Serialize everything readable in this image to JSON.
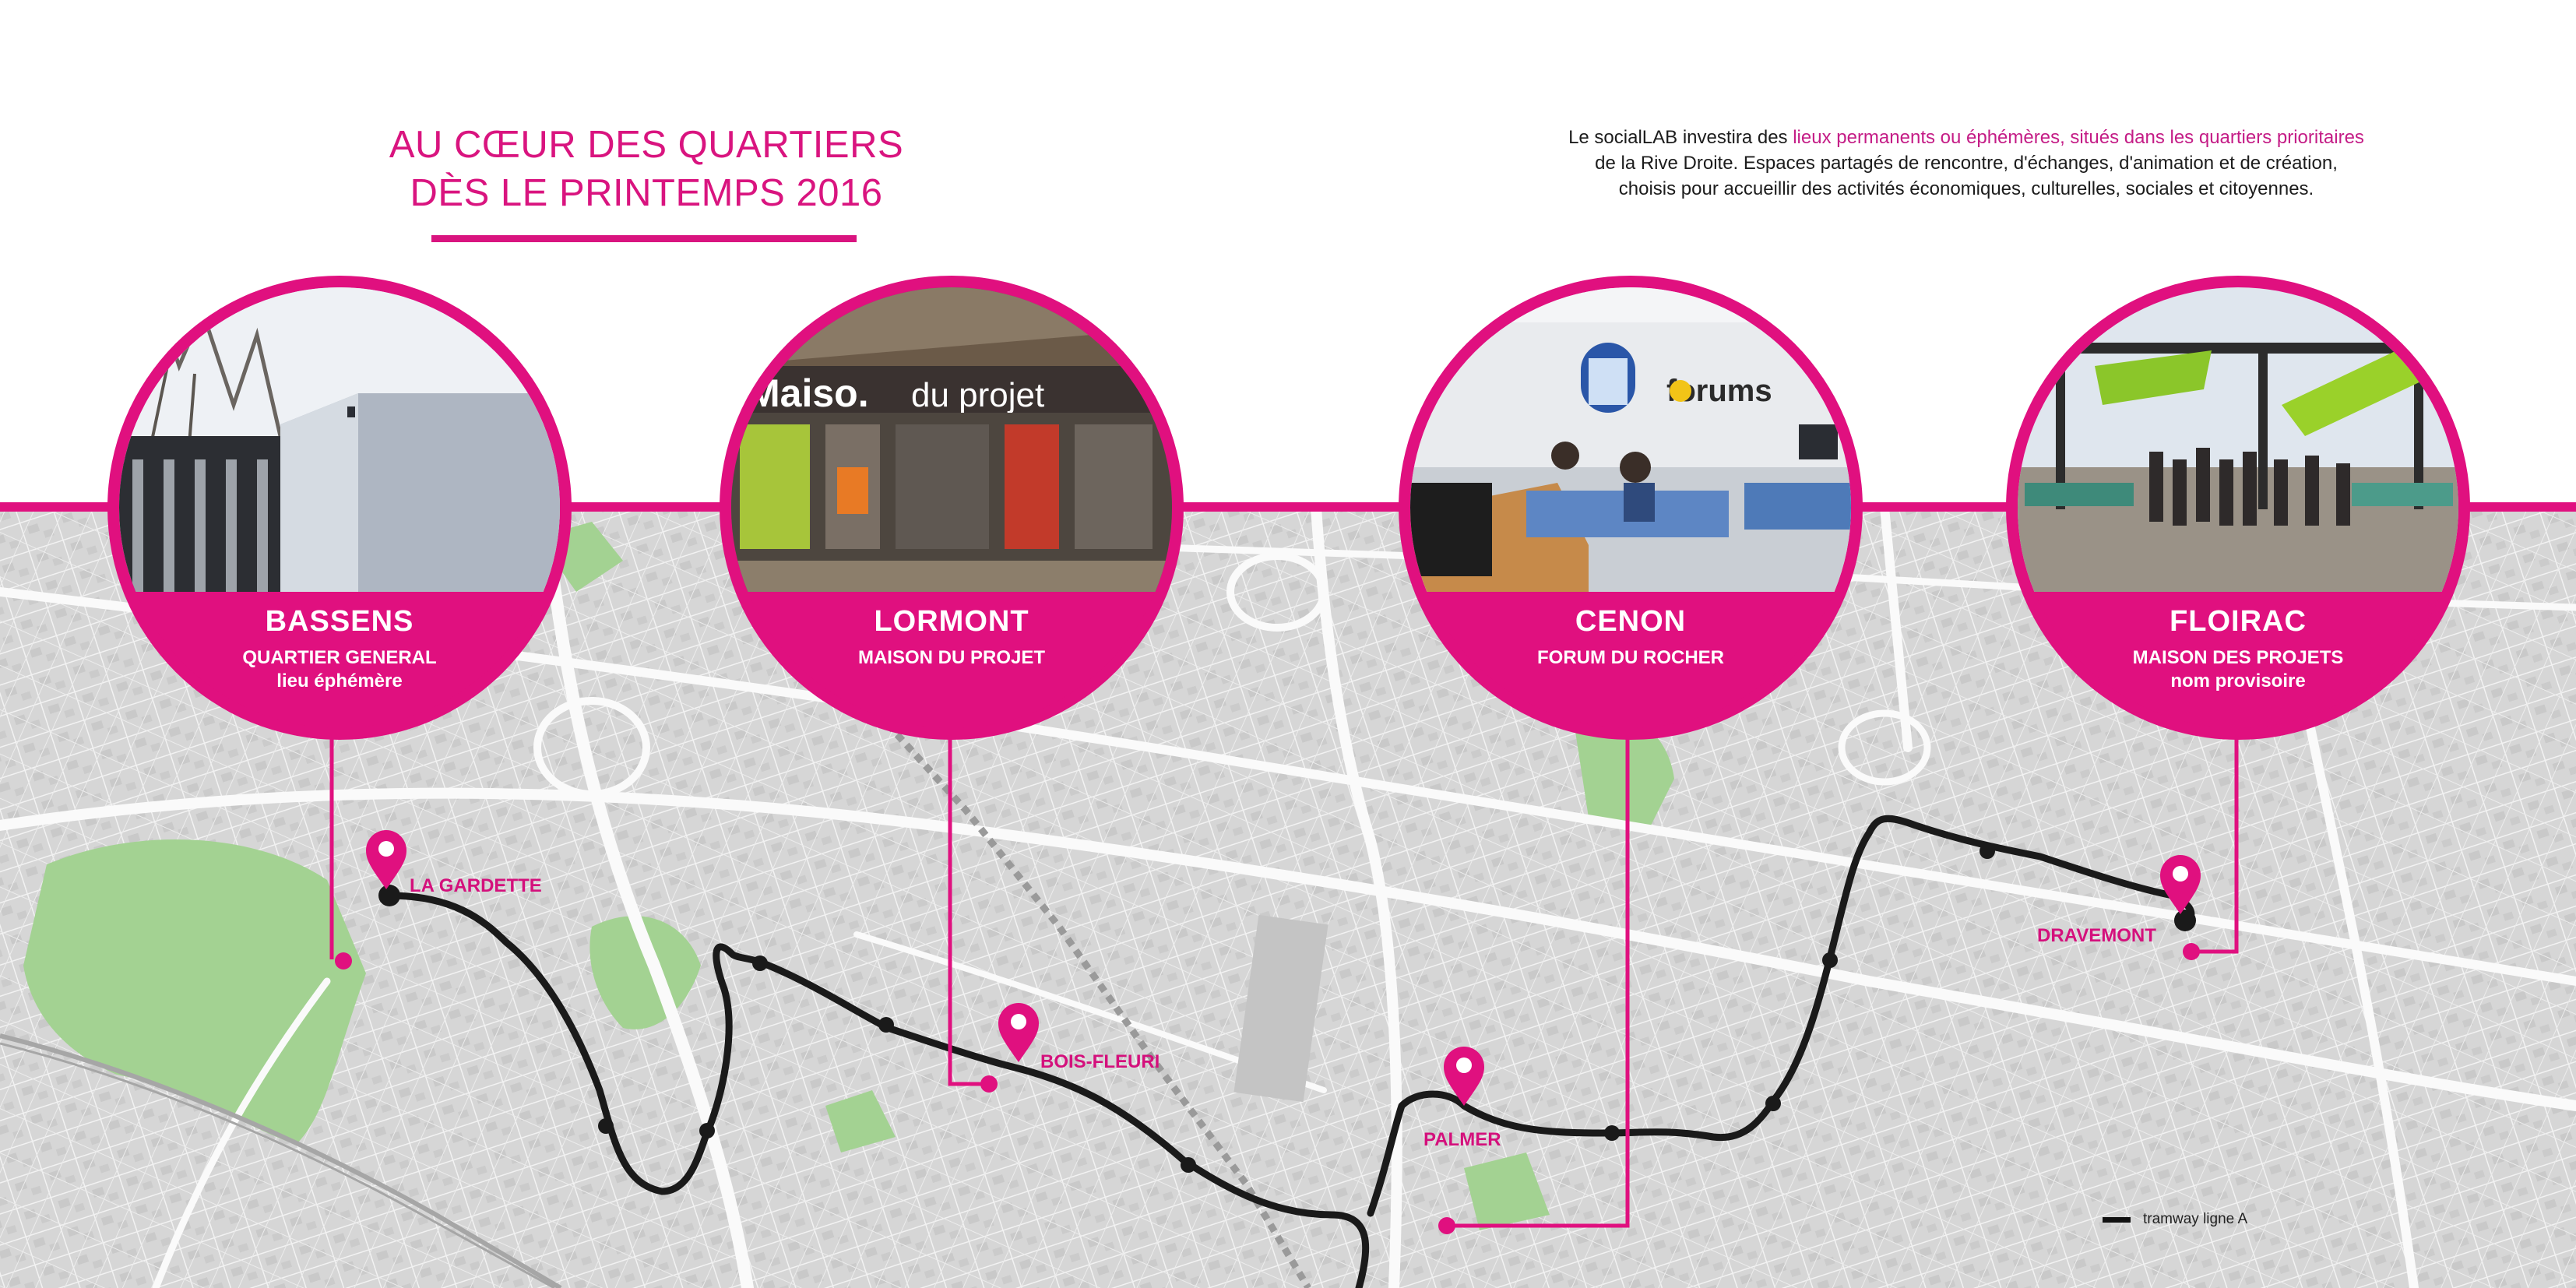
{
  "header": {
    "title_line1": "AU CŒUR DES QUARTIERS",
    "title_line2": "DÈS LE PRINTEMPS 2016"
  },
  "intro": {
    "lead": "Le socialLAB investira des ",
    "highlight": "lieux permanents ou éphémères, situés dans les quartiers prioritaires",
    "line2": "de la Rive Droite. Espaces partagés de rencontre, d'échanges, d'animation et de création,",
    "line3": "choisis pour accueillir des activités économiques, culturelles, sociales et citoyennes."
  },
  "venues": [
    {
      "city": "BASSENS",
      "line1": "QUARTIER GENERAL",
      "line2": "lieu éphémère",
      "photo": "modular-building-photo"
    },
    {
      "city": "LORMONT",
      "line1": "MAISON DU PROJET",
      "line2": "",
      "photo": "maison-du-projet-storefront-photo"
    },
    {
      "city": "CENON",
      "line1": "FORUM DU ROCHER",
      "line2": "",
      "photo": "forums-coworking-room-photo"
    },
    {
      "city": "FLOIRAC",
      "line1": "MAISON DES PROJETS",
      "line2": "nom provisoire",
      "photo": "outdoor-canopy-gathering-photo"
    }
  ],
  "stops": [
    {
      "name": "LA GARDETTE"
    },
    {
      "name": "BOIS-FLEURI"
    },
    {
      "name": "PALMER"
    },
    {
      "name": "DRAVEMONT"
    }
  ],
  "legend": {
    "label": "tramway ligne A"
  },
  "colors": {
    "accent": "#e0107f",
    "tram": "#1a1a1a",
    "map_base": "#d8d8d8",
    "road": "#ffffff",
    "park": "#9fd08e"
  },
  "icons": {
    "stop_marker": "map-pin-icon"
  }
}
